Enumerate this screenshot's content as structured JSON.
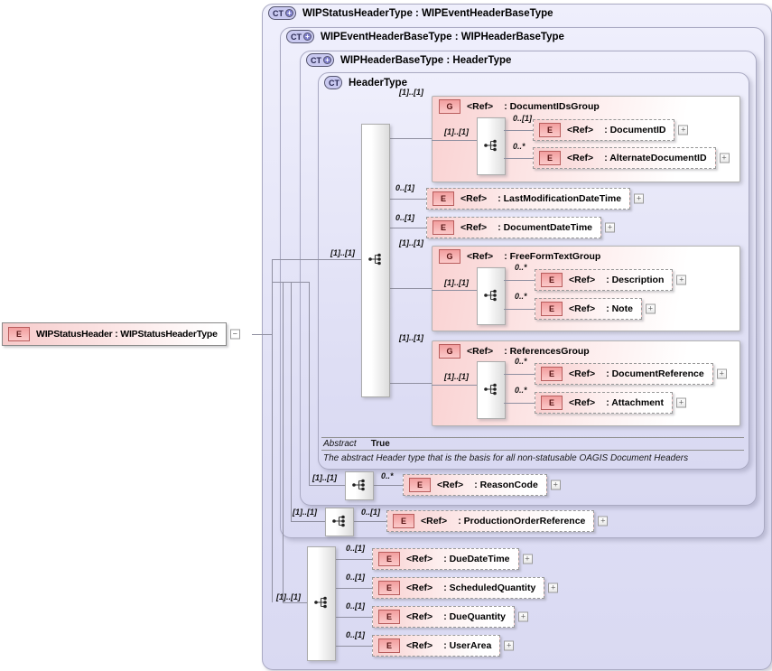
{
  "colors": {
    "lavender": "#dedef5",
    "element_pink": "#f8cfcf",
    "group_pink": "#f9d2d2",
    "icon_purple": "#c9c9f0",
    "line": "#8f8fa0"
  },
  "ui": {
    "plus": "+",
    "minus": "−"
  },
  "diagram": {
    "root": {
      "icon": "E",
      "label": "WIPStatusHeader : WIPStatusHeaderType"
    },
    "boxes": {
      "wip_status": {
        "icon": "CT",
        "title": "WIPStatusHeaderType : WIPEventHeaderBaseType"
      },
      "wip_event": {
        "icon": "CT",
        "title": "WIPEventHeaderBaseType : WIPHeaderBaseType"
      },
      "wip_header_base": {
        "icon": "CT",
        "title": "WIPHeaderBaseType : HeaderType"
      },
      "header_type": {
        "icon": "CT",
        "title": "HeaderType",
        "abstract_label": "Abstract",
        "abstract_value": "True",
        "note": "The abstract Header type that is the basis for all non-statusable OAGIS Document Headers"
      }
    },
    "ht": {
      "seq_card": "[1]..[1]",
      "dig": {
        "card": "[1]..[1]",
        "icon": "G",
        "ref": "<Ref>",
        "name": ": DocumentIDsGroup",
        "seq_card": "[1]..[1]",
        "doc_id": {
          "card": "0..[1]",
          "icon": "E",
          "ref": "<Ref>",
          "name": ": DocumentID"
        },
        "alt_doc_id": {
          "card": "0..*",
          "icon": "E",
          "ref": "<Ref>",
          "name": ": AlternateDocumentID"
        }
      },
      "lastmod": {
        "card": "0..[1]",
        "icon": "E",
        "ref": "<Ref>",
        "name": ": LastModificationDateTime"
      },
      "docdt": {
        "card": "0..[1]",
        "icon": "E",
        "ref": "<Ref>",
        "name": ": DocumentDateTime"
      },
      "fftg": {
        "card": "[1]..[1]",
        "icon": "G",
        "ref": "<Ref>",
        "name": ": FreeFormTextGroup",
        "seq_card": "[1]..[1]",
        "desc": {
          "card": "0..*",
          "icon": "E",
          "ref": "<Ref>",
          "name": ": Description"
        },
        "note": {
          "card": "0..*",
          "icon": "E",
          "ref": "<Ref>",
          "name": ": Note"
        }
      },
      "refg": {
        "card": "[1]..[1]",
        "icon": "G",
        "ref": "<Ref>",
        "name": ": ReferencesGroup",
        "seq_card": "[1]..[1]",
        "docref": {
          "card": "0..*",
          "icon": "E",
          "ref": "<Ref>",
          "name": ": DocumentReference"
        },
        "attach": {
          "card": "0..*",
          "icon": "E",
          "ref": "<Ref>",
          "name": ": Attachment"
        }
      }
    },
    "whb": {
      "seq_card": "[1]..[1]",
      "reason": {
        "card": "0..*",
        "icon": "E",
        "ref": "<Ref>",
        "name": ": ReasonCode"
      }
    },
    "wev": {
      "seq_card": "[1]..[1]",
      "por": {
        "card": "0..[1]",
        "icon": "E",
        "ref": "<Ref>",
        "name": ": ProductionOrderReference"
      }
    },
    "wst": {
      "seq_card": "[1]..[1]",
      "due": {
        "card": "0..[1]",
        "icon": "E",
        "ref": "<Ref>",
        "name": ": DueDateTime"
      },
      "sched": {
        "card": "0..[1]",
        "icon": "E",
        "ref": "<Ref>",
        "name": ": ScheduledQuantity"
      },
      "dueq": {
        "card": "0..[1]",
        "icon": "E",
        "ref": "<Ref>",
        "name": ": DueQuantity"
      },
      "user": {
        "card": "0..[1]",
        "icon": "E",
        "ref": "<Ref>",
        "name": ": UserArea"
      }
    }
  }
}
